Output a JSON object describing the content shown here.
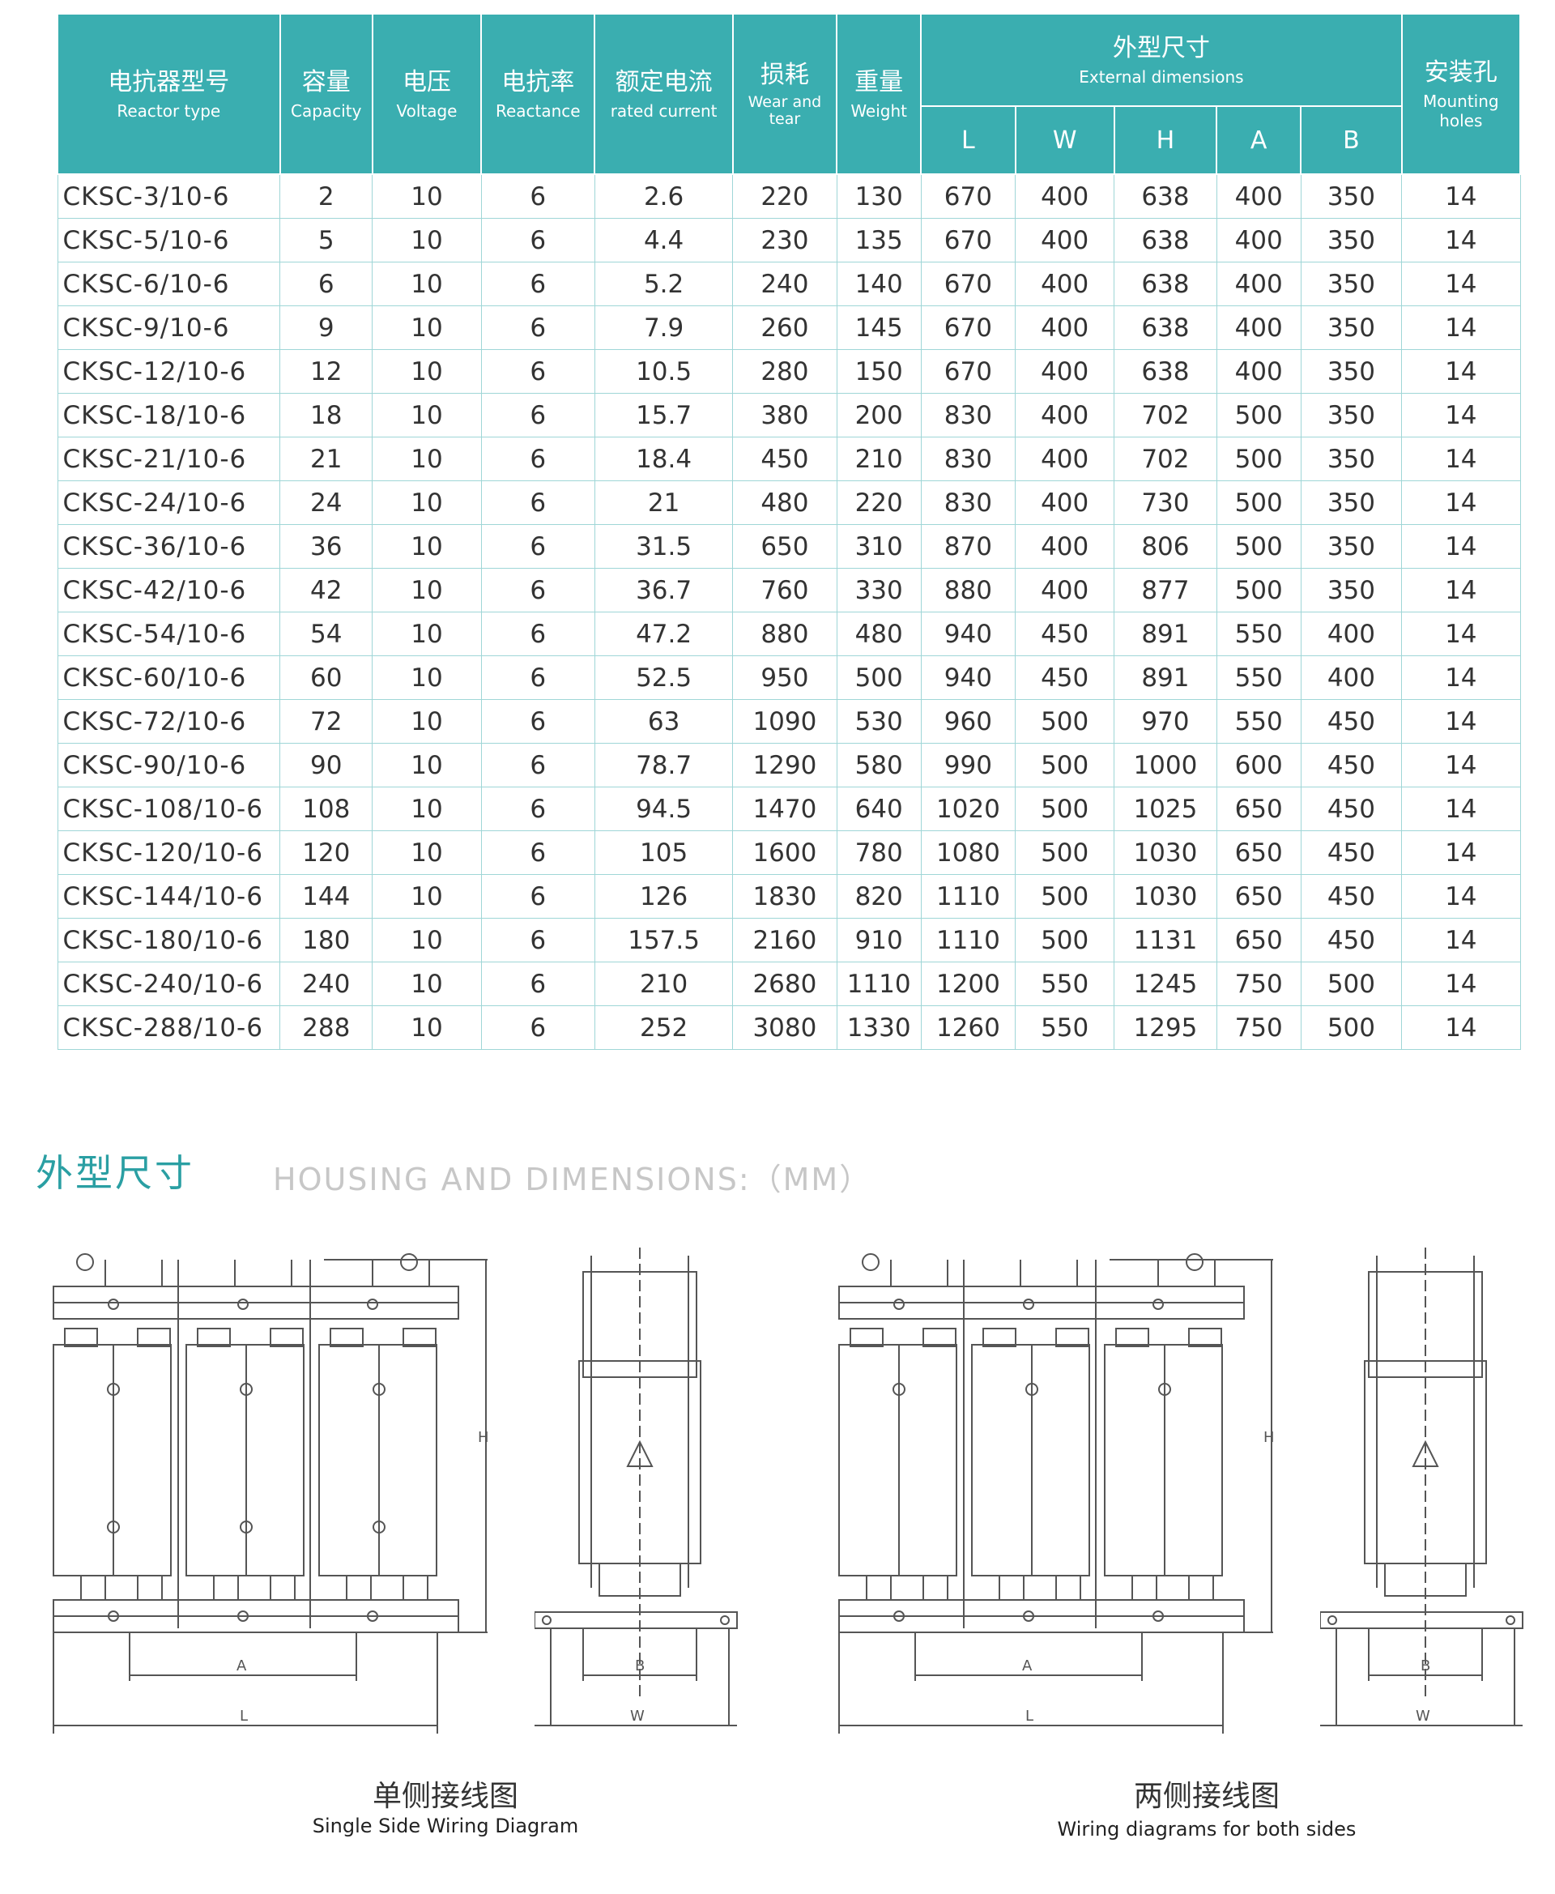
{
  "table": {
    "headers": {
      "type": {
        "zh": "电抗器型号",
        "en": "Reactor type"
      },
      "capacity": {
        "zh": "容量",
        "en": "Capacity"
      },
      "voltage": {
        "zh": "电压",
        "en": "Voltage"
      },
      "reactance": {
        "zh": "电抗率",
        "en": "Reactance"
      },
      "current": {
        "zh": "额定电流",
        "en": "rated current"
      },
      "loss": {
        "zh": "损耗",
        "en": "Wear and tear"
      },
      "weight": {
        "zh": "重量",
        "en": "Weight"
      },
      "external": {
        "zh": "外型尺寸",
        "en": "External dimensions"
      },
      "holes": {
        "zh": "安装孔",
        "en": "Mounting holes"
      },
      "dims": [
        "L",
        "W",
        "H",
        "A",
        "B"
      ]
    },
    "rows": [
      [
        "CKSC-3/10-6",
        "2",
        "10",
        "6",
        "2.6",
        "220",
        "130",
        "670",
        "400",
        "638",
        "400",
        "350",
        "14"
      ],
      [
        "CKSC-5/10-6",
        "5",
        "10",
        "6",
        "4.4",
        "230",
        "135",
        "670",
        "400",
        "638",
        "400",
        "350",
        "14"
      ],
      [
        "CKSC-6/10-6",
        "6",
        "10",
        "6",
        "5.2",
        "240",
        "140",
        "670",
        "400",
        "638",
        "400",
        "350",
        "14"
      ],
      [
        "CKSC-9/10-6",
        "9",
        "10",
        "6",
        "7.9",
        "260",
        "145",
        "670",
        "400",
        "638",
        "400",
        "350",
        "14"
      ],
      [
        "CKSC-12/10-6",
        "12",
        "10",
        "6",
        "10.5",
        "280",
        "150",
        "670",
        "400",
        "638",
        "400",
        "350",
        "14"
      ],
      [
        "CKSC-18/10-6",
        "18",
        "10",
        "6",
        "15.7",
        "380",
        "200",
        "830",
        "400",
        "702",
        "500",
        "350",
        "14"
      ],
      [
        "CKSC-21/10-6",
        "21",
        "10",
        "6",
        "18.4",
        "450",
        "210",
        "830",
        "400",
        "702",
        "500",
        "350",
        "14"
      ],
      [
        "CKSC-24/10-6",
        "24",
        "10",
        "6",
        "21",
        "480",
        "220",
        "830",
        "400",
        "730",
        "500",
        "350",
        "14"
      ],
      [
        "CKSC-36/10-6",
        "36",
        "10",
        "6",
        "31.5",
        "650",
        "310",
        "870",
        "400",
        "806",
        "500",
        "350",
        "14"
      ],
      [
        "CKSC-42/10-6",
        "42",
        "10",
        "6",
        "36.7",
        "760",
        "330",
        "880",
        "400",
        "877",
        "500",
        "350",
        "14"
      ],
      [
        "CKSC-54/10-6",
        "54",
        "10",
        "6",
        "47.2",
        "880",
        "480",
        "940",
        "450",
        "891",
        "550",
        "400",
        "14"
      ],
      [
        "CKSC-60/10-6",
        "60",
        "10",
        "6",
        "52.5",
        "950",
        "500",
        "940",
        "450",
        "891",
        "550",
        "400",
        "14"
      ],
      [
        "CKSC-72/10-6",
        "72",
        "10",
        "6",
        "63",
        "1090",
        "530",
        "960",
        "500",
        "970",
        "550",
        "450",
        "14"
      ],
      [
        "CKSC-90/10-6",
        "90",
        "10",
        "6",
        "78.7",
        "1290",
        "580",
        "990",
        "500",
        "1000",
        "600",
        "450",
        "14"
      ],
      [
        "CKSC-108/10-6",
        "108",
        "10",
        "6",
        "94.5",
        "1470",
        "640",
        "1020",
        "500",
        "1025",
        "650",
        "450",
        "14"
      ],
      [
        "CKSC-120/10-6",
        "120",
        "10",
        "6",
        "105",
        "1600",
        "780",
        "1080",
        "500",
        "1030",
        "650",
        "450",
        "14"
      ],
      [
        "CKSC-144/10-6",
        "144",
        "10",
        "6",
        "126",
        "1830",
        "820",
        "1110",
        "500",
        "1030",
        "650",
        "450",
        "14"
      ],
      [
        "CKSC-180/10-6",
        "180",
        "10",
        "6",
        "157.5",
        "2160",
        "910",
        "1110",
        "500",
        "1131",
        "650",
        "450",
        "14"
      ],
      [
        "CKSC-240/10-6",
        "240",
        "10",
        "6",
        "210",
        "2680",
        "1110",
        "1200",
        "550",
        "1245",
        "750",
        "500",
        "14"
      ],
      [
        "CKSC-288/10-6",
        "288",
        "10",
        "6",
        "252",
        "3080",
        "1330",
        "1260",
        "550",
        "1295",
        "750",
        "500",
        "14"
      ]
    ]
  },
  "section": {
    "title_zh": "外型尺寸",
    "title_en": "HOUSING AND DIMENSIONS:（MM）"
  },
  "diagrams": {
    "single": {
      "caption_zh": "单侧接线图",
      "caption_en": "Single Side Wiring Diagram"
    },
    "both": {
      "caption_zh": "两侧接线图",
      "caption_en": "Wiring diagrams for both sides"
    },
    "labels": {
      "L": "L",
      "W": "W",
      "H": "H",
      "A": "A",
      "B": "B"
    }
  },
  "colors": {
    "header_bg": "#3aaeb0",
    "grid": "#9fd6d7",
    "accent": "#2a9fa3",
    "muted": "#c7c7c7"
  }
}
